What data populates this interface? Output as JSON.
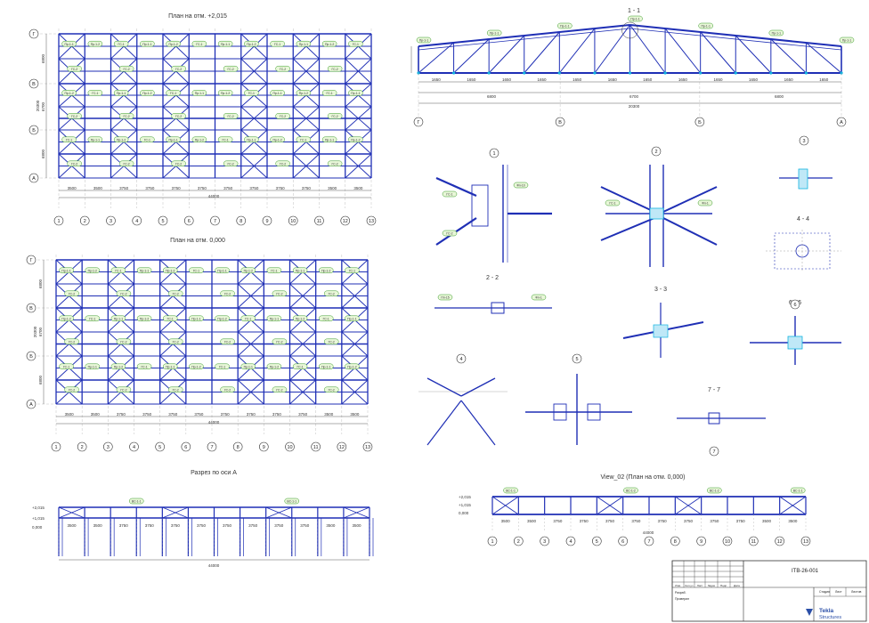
{
  "views": {
    "plan_top": {
      "title": "План на отм. +2,015",
      "total_dim": "44000"
    },
    "plan_bottom": {
      "title": "План на отм. 0,000",
      "total_dim": "44000"
    },
    "truss": {
      "title": "1 - 1",
      "total_dim": "20300",
      "sub_dims": [
        "6800",
        "6700",
        "6800"
      ]
    },
    "section_a": {
      "title": "Разрез по оси А",
      "total_dim": "44000"
    },
    "view02": {
      "title": "View_02 (План на отм. 0,000)",
      "total_dim": "44000"
    }
  },
  "col_axes": [
    "1",
    "2",
    "3",
    "4",
    "5",
    "6",
    "7",
    "8",
    "9",
    "10",
    "11",
    "12",
    "13"
  ],
  "row_axes_plan": [
    "Г",
    "В",
    "Б",
    "А"
  ],
  "row_axes_truss": [
    "Г",
    "В",
    "Б",
    "А"
  ],
  "bay_dims": [
    "3500",
    "3500",
    "3750",
    "3750",
    "3750",
    "3750",
    "3750",
    "3750",
    "3750",
    "3750",
    "3500",
    "3500"
  ],
  "row_dims_plan": [
    "6800",
    "6700",
    "6800"
  ],
  "plan_height": "20300",
  "elev_marks": [
    "+2,015",
    "+1,015",
    "0,000"
  ],
  "details": [
    "1",
    "2",
    "3",
    "4",
    "5",
    "6",
    "7"
  ],
  "detail_sections": [
    "2 - 2",
    "3 - 3",
    "4 - 4",
    "6 - 6",
    "7 - 7"
  ],
  "member_tags": [
    "Пр-1-1",
    "Пр-1-2",
    "ГС-1",
    "ГС-2",
    "Пл-15",
    "Фл-1",
    "ВС-1-1",
    "ВС-1-2"
  ],
  "title_block": {
    "code": "ITB-26-001",
    "row_headers": [
      "Изм.",
      "Кол.уч",
      "Лист",
      "№док",
      "Подп.",
      "Дата"
    ],
    "roles": [
      "Разраб.",
      "Проверил"
    ],
    "stage_labels": [
      "Стадия",
      "Лист",
      "Листов"
    ],
    "brand_name": "Tekla",
    "brand_sub": "Structures"
  },
  "colors": {
    "line": "#1f2fb5",
    "tag_fill": "#e8f7d8",
    "tag_stroke": "#3a9a2a",
    "accent": "#12b4e0"
  }
}
